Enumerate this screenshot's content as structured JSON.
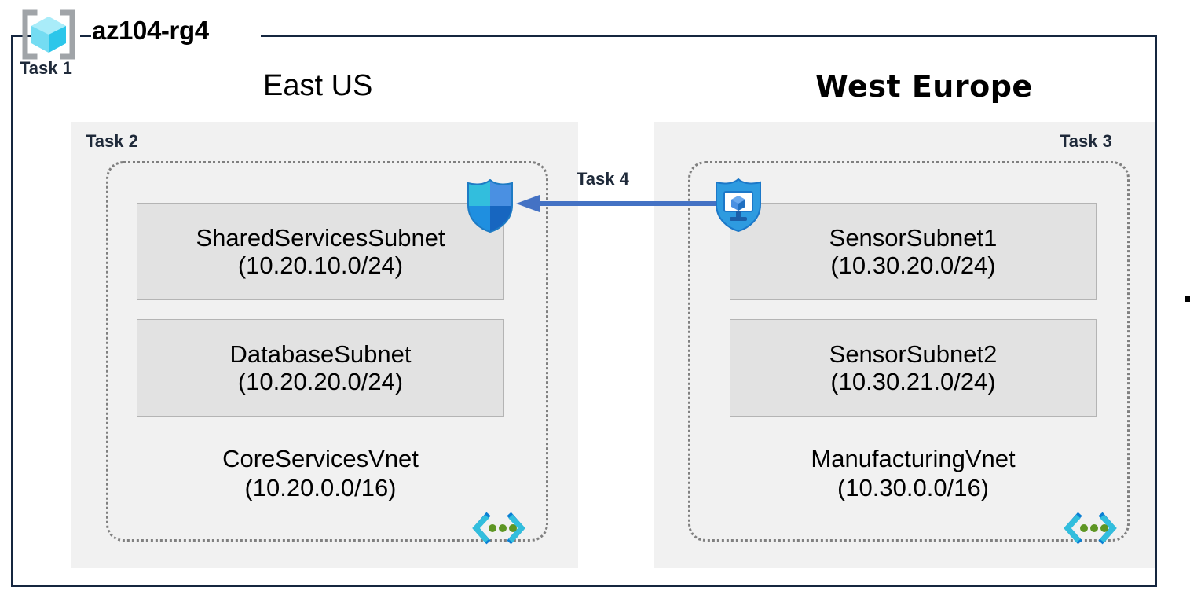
{
  "diagram": {
    "resource_group": {
      "name": "az104-rg4",
      "icon": "resource-group-cube-icon",
      "task_label": "Task 1"
    },
    "regions": [
      {
        "id": "east-us",
        "title": "East US",
        "task_label": "Task 2",
        "vnet": {
          "name": "CoreServicesVnet",
          "cidr": "(10.20.0.0/16)",
          "icon": "virtual-network-icon",
          "subnets": [
            {
              "name": "SharedServicesSubnet",
              "cidr": "(10.20.10.0/24)"
            },
            {
              "name": "DatabaseSubnet",
              "cidr": "(10.20.20.0/24)"
            }
          ]
        },
        "attached_icon": "network-security-group-shield-icon"
      },
      {
        "id": "west-europe",
        "title": "West Europe",
        "task_label": "Task 3",
        "vnet": {
          "name": "ManufacturingVnet",
          "cidr": "(10.30.0.0/16)",
          "icon": "virtual-network-icon",
          "subnets": [
            {
              "name": "SensorSubnet1",
              "cidr": "(10.30.20.0/24)"
            },
            {
              "name": "SensorSubnet2",
              "cidr": "(10.30.21.0/24)"
            }
          ]
        },
        "attached_icon": "bastion-shield-monitor-icon"
      }
    ],
    "connection": {
      "label": "Task 4",
      "icon": "left-arrow-icon",
      "direction": "right-to-left",
      "color": "#4472c4"
    },
    "colors": {
      "frame": "#15263f",
      "region_panel": "#f1f1f1",
      "subnet_fill": "#e2e2e2",
      "subnet_border": "#b4b4b4",
      "vnet_border": "#808080",
      "task_text": "#1f2a3a",
      "arrow": "#4472c4",
      "azure_cyan": "#32bedd",
      "azure_blue": "#0078d4",
      "vnet_dot_green": "#5e9624"
    }
  }
}
